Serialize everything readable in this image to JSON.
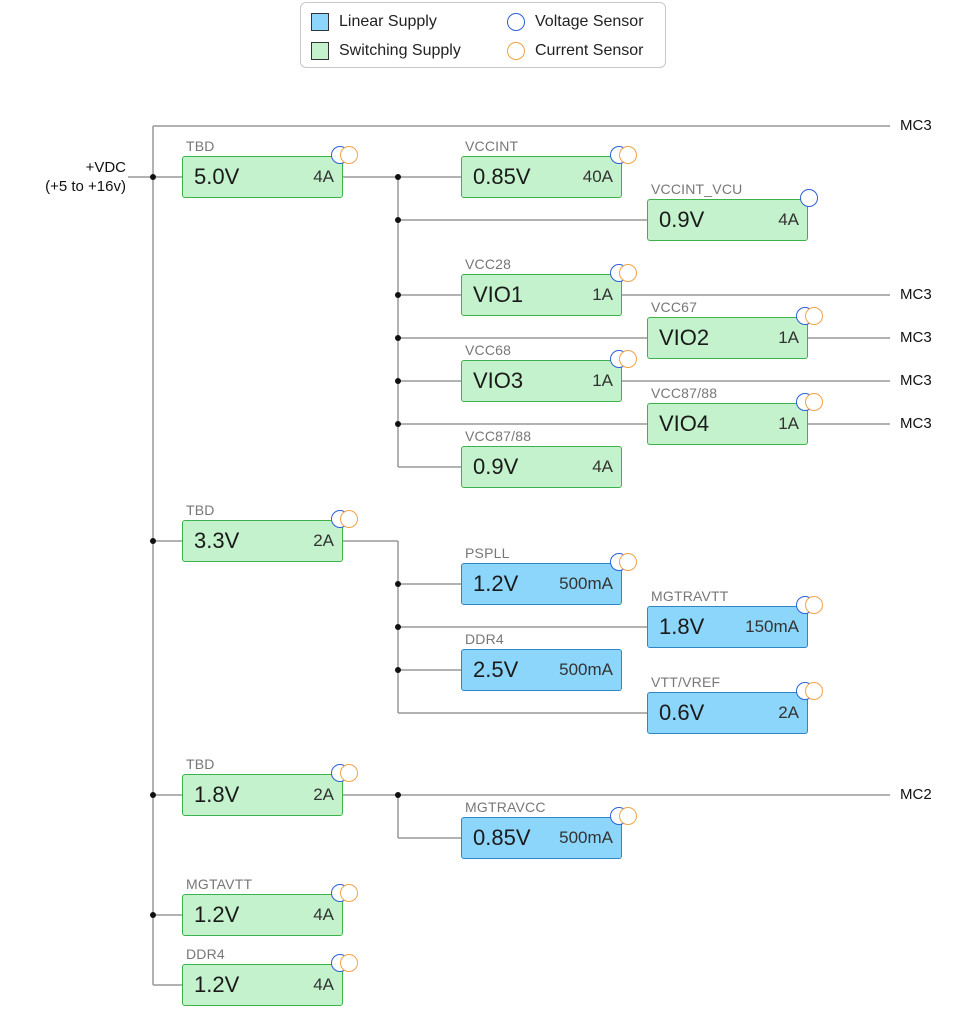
{
  "legend": {
    "linear_supply": "Linear Supply",
    "switching_supply": "Switching Supply",
    "voltage_sensor": "Voltage Sensor",
    "current_sensor": "Current Sensor"
  },
  "colors": {
    "switching_fill": "#c4f2cc",
    "switching_border": "#3bb34a",
    "linear_fill": "#8dd6fb",
    "linear_border": "#2f86c4",
    "voltage_sensor": "#2d5fd6",
    "current_sensor": "#f2a347",
    "wire": "#999999"
  },
  "input": {
    "label": "+VDC",
    "range": "(+5 to +16v)"
  },
  "outputs": {
    "mc3": "MC3",
    "mc2": "MC2"
  },
  "supplies": {
    "s5v0": {
      "name": "TBD",
      "voltage": "5.0V",
      "current": "4A",
      "type": "switching"
    },
    "vccint": {
      "name": "VCCINT",
      "voltage": "0.85V",
      "current": "40A",
      "type": "switching"
    },
    "vccint_vcu": {
      "name": "VCCINT_VCU",
      "voltage": "0.9V",
      "current": "4A",
      "type": "switching"
    },
    "vcc28": {
      "name": "VCC28",
      "voltage": "VIO1",
      "current": "1A",
      "type": "switching"
    },
    "vcc67": {
      "name": "VCC67",
      "voltage": "VIO2",
      "current": "1A",
      "type": "switching"
    },
    "vcc68": {
      "name": "VCC68",
      "voltage": "VIO3",
      "current": "1A",
      "type": "switching"
    },
    "vcc87a": {
      "name": "VCC87/88",
      "voltage": "VIO4",
      "current": "1A",
      "type": "switching"
    },
    "vcc87b": {
      "name": "VCC87/88",
      "voltage": "0.9V",
      "current": "4A",
      "type": "switching"
    },
    "s3v3": {
      "name": "TBD",
      "voltage": "3.3V",
      "current": "2A",
      "type": "switching"
    },
    "pspll": {
      "name": "PSPLL",
      "voltage": "1.2V",
      "current": "500mA",
      "type": "linear"
    },
    "mgtravtt": {
      "name": "MGTRAVTT",
      "voltage": "1.8V",
      "current": "150mA",
      "type": "linear"
    },
    "ddr4_25": {
      "name": "DDR4",
      "voltage": "2.5V",
      "current": "500mA",
      "type": "linear"
    },
    "vttvref": {
      "name": "VTT/VREF",
      "voltage": "0.6V",
      "current": "2A",
      "type": "linear"
    },
    "s1v8": {
      "name": "TBD",
      "voltage": "1.8V",
      "current": "2A",
      "type": "switching"
    },
    "mgtravcc": {
      "name": "MGTRAVCC",
      "voltage": "0.85V",
      "current": "500mA",
      "type": "linear"
    },
    "mgtavtt": {
      "name": "MGTAVTT",
      "voltage": "1.2V",
      "current": "4A",
      "type": "switching"
    },
    "ddr4_12": {
      "name": "DDR4",
      "voltage": "1.2V",
      "current": "4A",
      "type": "switching"
    }
  }
}
